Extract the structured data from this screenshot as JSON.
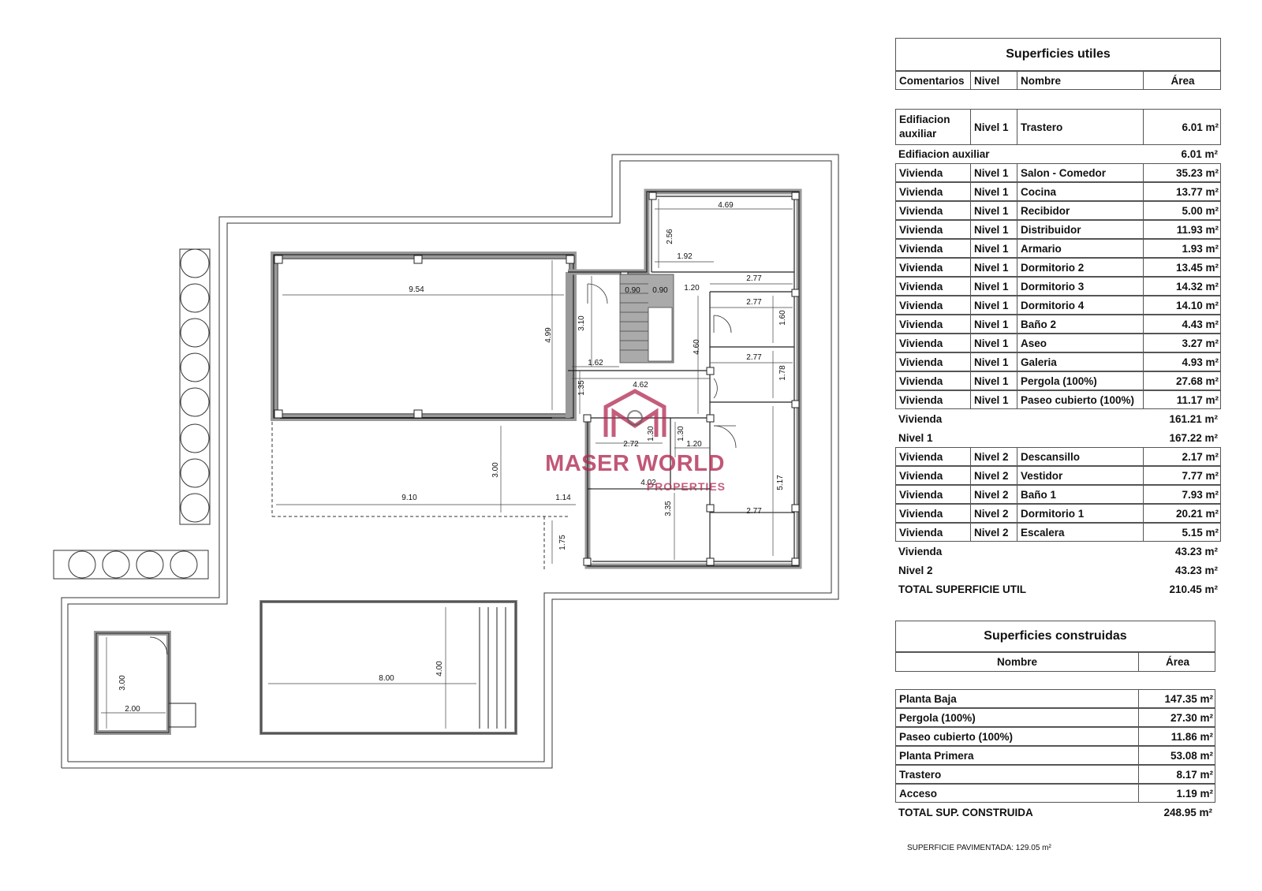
{
  "util": {
    "title": "Superficies utiles",
    "headers": {
      "comentarios": "Comentarios",
      "nivel": "Nivel",
      "nombre": "Nombre",
      "area": "Área"
    },
    "rows": [
      {
        "c": "Edifiacion auxiliar",
        "n": "Nivel 1",
        "name": "Trastero",
        "a": "6.01 m²",
        "kind": "boxed"
      },
      {
        "c": "Edifiacion auxiliar",
        "n": "",
        "name": "",
        "a": "6.01 m²",
        "kind": "sub"
      },
      {
        "c": "Vivienda",
        "n": "Nivel 1",
        "name": "Salon - Comedor",
        "a": "35.23 m²",
        "kind": "boxed"
      },
      {
        "c": "Vivienda",
        "n": "Nivel 1",
        "name": "Cocina",
        "a": "13.77 m²",
        "kind": "boxed"
      },
      {
        "c": "Vivienda",
        "n": "Nivel 1",
        "name": "Recibidor",
        "a": "5.00 m²",
        "kind": "boxed"
      },
      {
        "c": "Vivienda",
        "n": "Nivel 1",
        "name": "Distribuidor",
        "a": "11.93 m²",
        "kind": "boxed"
      },
      {
        "c": "Vivienda",
        "n": "Nivel 1",
        "name": "Armario",
        "a": "1.93 m²",
        "kind": "boxed"
      },
      {
        "c": "Vivienda",
        "n": "Nivel 1",
        "name": "Dormitorio 2",
        "a": "13.45 m²",
        "kind": "boxed"
      },
      {
        "c": "Vivienda",
        "n": "Nivel 1",
        "name": "Dormitorio 3",
        "a": "14.32 m²",
        "kind": "boxed"
      },
      {
        "c": "Vivienda",
        "n": "Nivel 1",
        "name": "Dormitorio 4",
        "a": "14.10 m²",
        "kind": "boxed"
      },
      {
        "c": "Vivienda",
        "n": "Nivel 1",
        "name": "Baño 2",
        "a": "4.43 m²",
        "kind": "boxed"
      },
      {
        "c": "Vivienda",
        "n": "Nivel 1",
        "name": "Aseo",
        "a": "3.27 m²",
        "kind": "boxed"
      },
      {
        "c": "Vivienda",
        "n": "Nivel 1",
        "name": "Galeria",
        "a": "4.93 m²",
        "kind": "boxed"
      },
      {
        "c": "Vivienda",
        "n": "Nivel 1",
        "name": "Pergola (100%)",
        "a": "27.68 m²",
        "kind": "boxed"
      },
      {
        "c": "Vivienda",
        "n": "Nivel 1",
        "name": "Paseo cubierto (100%)",
        "a": "11.17 m²",
        "kind": "boxed"
      },
      {
        "c": "Vivienda",
        "n": "",
        "name": "",
        "a": "161.21 m²",
        "kind": "sub"
      },
      {
        "c": "Nivel 1",
        "n": "",
        "name": "",
        "a": "167.22 m²",
        "kind": "sub"
      },
      {
        "c": "Vivienda",
        "n": "Nivel 2",
        "name": "Descansillo",
        "a": "2.17 m²",
        "kind": "boxed"
      },
      {
        "c": "Vivienda",
        "n": "Nivel 2",
        "name": "Vestidor",
        "a": "7.77 m²",
        "kind": "boxed"
      },
      {
        "c": "Vivienda",
        "n": "Nivel 2",
        "name": "Baño 1",
        "a": "7.93 m²",
        "kind": "boxed"
      },
      {
        "c": "Vivienda",
        "n": "Nivel 2",
        "name": "Dormitorio 1",
        "a": "20.21 m²",
        "kind": "boxed"
      },
      {
        "c": "Vivienda",
        "n": "Nivel 2",
        "name": "Escalera",
        "a": "5.15 m²",
        "kind": "boxed"
      },
      {
        "c": "Vivienda",
        "n": "",
        "name": "",
        "a": "43.23 m²",
        "kind": "sub"
      },
      {
        "c": "Nivel 2",
        "n": "",
        "name": "",
        "a": "43.23 m²",
        "kind": "sub"
      },
      {
        "c": "TOTAL SUPERFICIE UTIL",
        "n": "",
        "name": "",
        "a": "210.45 m²",
        "kind": "sub"
      }
    ]
  },
  "constr": {
    "title": "Superficies construidas",
    "headers": {
      "nombre": "Nombre",
      "area": "Área"
    },
    "rows": [
      {
        "name": "Planta Baja",
        "a": "147.35 m²",
        "kind": "boxed"
      },
      {
        "name": "Pergola (100%)",
        "a": "27.30 m²",
        "kind": "boxed"
      },
      {
        "name": "Paseo cubierto (100%)",
        "a": "11.86 m²",
        "kind": "boxed"
      },
      {
        "name": "Planta Primera",
        "a": "53.08 m²",
        "kind": "boxed"
      },
      {
        "name": "Trastero",
        "a": "8.17 m²",
        "kind": "boxed"
      },
      {
        "name": "Acceso",
        "a": "1.19 m²",
        "kind": "boxed"
      },
      {
        "name": "TOTAL SUP. CONSTRUIDA",
        "a": "248.95 m²",
        "kind": "sub"
      }
    ]
  },
  "footnote": "SUPERFICIE PAVIMENTADA: 129.05 m²",
  "watermark": {
    "name": "MASER WORLD",
    "sub": "PROPERTIES",
    "color": "#b02850"
  },
  "plan": {
    "dims": [
      "9.54",
      "4.99",
      "3.10",
      "1.62",
      "0.90",
      "0.90",
      "1.20",
      "4.69",
      "2.56",
      "1.92",
      "2.77",
      "2.77",
      "1.60",
      "4.60",
      "2.77",
      "1.78",
      "4.62",
      "1.35",
      "2.72",
      "1.30",
      "1.30",
      "1.20",
      "5.17",
      "3.00",
      "9.10",
      "1.14",
      "4.02",
      "3.35",
      "2.77",
      "1.75",
      "3.00",
      "2.00",
      "8.00",
      "4.00"
    ]
  }
}
